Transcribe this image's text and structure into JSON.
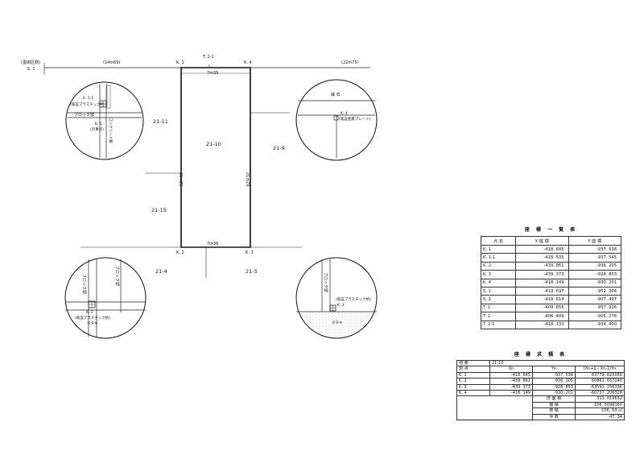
{
  "plan": {
    "labels": {
      "street": "(墨田区側)",
      "s1": "S. 1",
      "k1": "K. 1",
      "k4": "K. 4",
      "k2": "K. 2",
      "k3": "K. 3",
      "t21": "T. 2-1",
      "left_frontage": "(14m69)",
      "right_frontage": "(22m75)",
      "top_edge": "7m35",
      "bottom_edge": "7m36",
      "left_edge": "21m25",
      "right_edge": "21m29",
      "parcel_main": "21-10",
      "parcel_w1": "21-11",
      "parcel_w2": "21-15",
      "parcel_e": "21-9",
      "parcel_sw": "21-4",
      "parcel_se": "21-5"
    },
    "details": {
      "k1": {
        "k11": "K. 1-1",
        "marker": "(既設プラスチック杭)",
        "wall": "ブロック塀",
        "k1": "K. 1",
        "calc": "(計算点)",
        "concrete": "コンクリート塀"
      },
      "k4": {
        "curb": "縁 石",
        "k4": "K. 4",
        "marker": "(既設金属プレート)"
      },
      "k2": {
        "wall_a": "ブロック塀",
        "wall_b": "ブロック塀",
        "k2": "K. 2",
        "marker": "(既設プラスチック杭)",
        "tataki": "タタキ"
      },
      "k3": {
        "wall": "ブロック塀",
        "marker": "(既設プラスチック杭)",
        "k3": "K. 3",
        "tataki": "タタキ"
      }
    }
  },
  "coord_table": {
    "title": "座 標 一 覧 表",
    "headers": [
      "点 名",
      "X 座 標",
      "Y 座 標"
    ],
    "rows": [
      [
        "K. 1",
        "-418. 645",
        "-937. 538"
      ],
      [
        "K. 1-1",
        "-418. 535",
        "-937. 545"
      ],
      [
        "K. 2",
        "-439. 861",
        "-936. 205"
      ],
      [
        "K. 3",
        "-439. 373",
        "-928. 853"
      ],
      [
        "K. 4",
        "-418. 149",
        "-930. 201"
      ],
      [
        "S. 1",
        "-419. 637",
        "-952. 204"
      ],
      [
        "S. 2",
        "-418. 614",
        "-907. 497"
      ],
      [
        "T. 1",
        "-409. 655",
        "-957. 926"
      ],
      [
        "T. 2",
        "-406. 449",
        "-905. 276"
      ],
      [
        "T. 2-1",
        "-418. 133",
        "-934. 400"
      ]
    ]
  },
  "area_table": {
    "title": "座 標 求 積 表",
    "lot_label": "地 番",
    "lot_value": "21-10",
    "point_label": "測 点",
    "col_xn": "Xn",
    "col_yn": "Yn",
    "col_calc": "(Xn+1 - Xn-1)Yn",
    "rows": [
      [
        "K. 1",
        "-418. 645",
        "-937. 538",
        "63779. 825056"
      ],
      [
        "K. 2",
        "-439. 861",
        "-936. 205",
        "60861. 657240"
      ],
      [
        "K. 3",
        "-439. 373",
        "-928. 853",
        "-63591. 256336"
      ],
      [
        "K. 4",
        "-418. 149",
        "-930. 201",
        "-60737. 206328"
      ]
    ],
    "summary": [
      [
        "倍 面 積",
        "313. 019632"
      ],
      [
        "面 積",
        "156. 5098160"
      ],
      [
        "地 積",
        "156. 50"
      ],
      [
        "坪 数",
        "47. 34"
      ]
    ],
    "unit_m2": "㎡"
  }
}
